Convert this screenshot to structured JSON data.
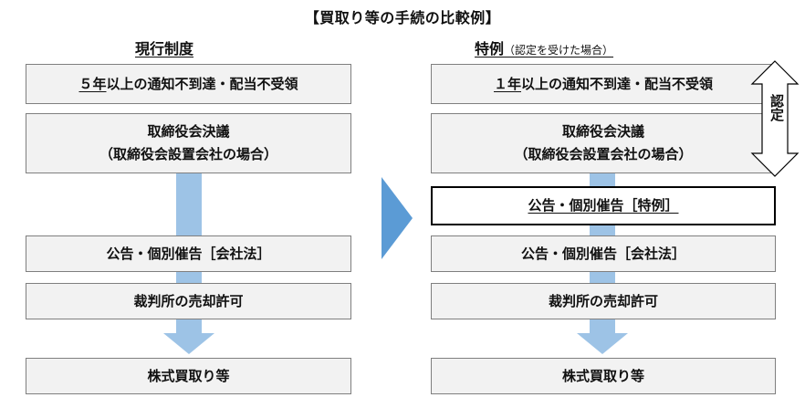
{
  "title": "【買取り等の手続の比較例】",
  "left": {
    "heading": "現行制度",
    "steps": {
      "notice_years": "５年",
      "notice_rest": "以上の通知不到達・配当不受領",
      "resolution_line1": "取締役会決議",
      "resolution_line2": "（取締役会設置会社の場合）",
      "public_notice": "公告・個別催告［会社法］",
      "court_permission": "裁判所の売却許可",
      "purchase": "株式買取り等"
    }
  },
  "right": {
    "heading": "特例",
    "heading_note": "（認定を受けた場合）",
    "steps": {
      "notice_years": "１年",
      "notice_rest": "以上の通知不到達・配当不受領",
      "resolution_line1": "取締役会決議",
      "resolution_line2": "（取締役会設置会社の場合）",
      "special_notice": "公告・個別催告［特例］",
      "public_notice": "公告・個別催告［会社法］",
      "court_permission": "裁判所の売却許可",
      "purchase": "株式買取り等"
    },
    "certification_label": "認定"
  },
  "colors": {
    "box_fill": "#f2f2f2",
    "box_border": "#7f7f7f",
    "flow_arrow": "#9dc3e6",
    "transition_arrow": "#5b9bd5",
    "certification_arrow_border": "#000000"
  }
}
